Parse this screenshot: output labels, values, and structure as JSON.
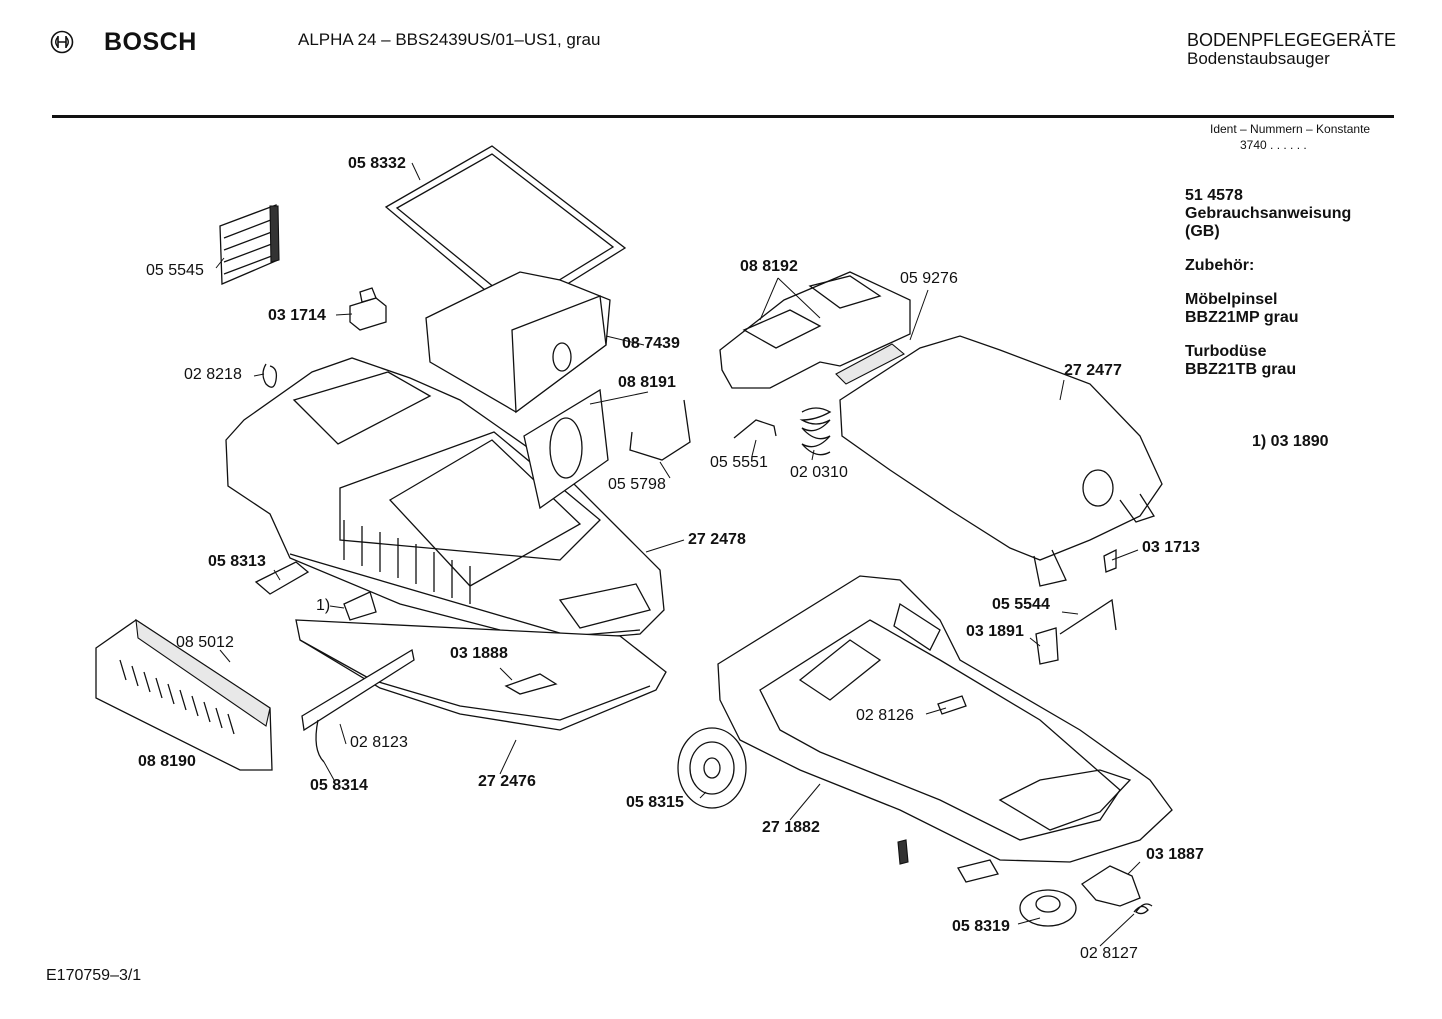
{
  "header": {
    "brand": "BOSCH",
    "model": "ALPHA 24 – BBS2439US/01–US1, grau",
    "category_main": "BODENPFLEGEGERÄTE",
    "category_sub": "Bodenstaubsauger",
    "ident_caption": "Ident – Nummern – Konstante",
    "ident_number": "3740  .  .  .  .  .  ."
  },
  "notes": {
    "manual_number": "51 4578",
    "manual_label": "Gebrauchsanweisung",
    "manual_lang": "(GB)",
    "accessories_heading": "Zubehör:",
    "acc1_name": "Möbelpinsel",
    "acc1_code": "BBZ21MP grau",
    "acc2_name": "Turbodüse",
    "acc2_code": "BBZ21TB grau",
    "footnote": "1) 03 1890"
  },
  "footer": {
    "document_id": "E170759–3/1"
  },
  "part_labels": {
    "p058332": "05 8332",
    "p055545": "05 5545",
    "p031714": "03 1714",
    "p028218": "02 8218",
    "p087439": "08 7439",
    "p088191": "08 8191",
    "p055798": "05 5798",
    "p088192": "08 8192",
    "p059276": "05 9276",
    "p272477": "27 2477",
    "p055551": "05 5551",
    "p020310": "02 0310",
    "p272478": "27 2478",
    "p058313": "05 8313",
    "p_note1": "1)",
    "p085012": "08 5012",
    "p031888": "03 1888",
    "p028123": "02 8123",
    "p058314": "05 8314",
    "p088190": "08 8190",
    "p272476": "27 2476",
    "p031713": "03 1713",
    "p055544": "05 5544",
    "p031891": "03 1891",
    "p028126": "02 8126",
    "p058315": "05 8315",
    "p271882": "27 1882",
    "p031887": "03 1887",
    "p058319": "05 8319",
    "p028127": "02 8127"
  }
}
